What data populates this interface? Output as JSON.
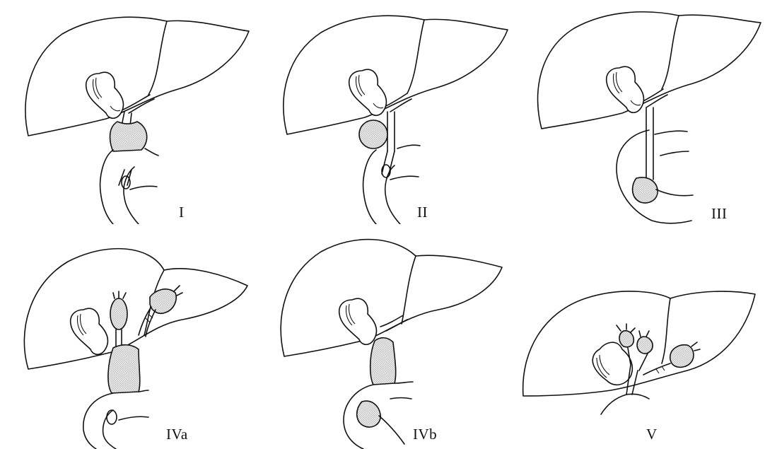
{
  "figure": {
    "panels": [
      {
        "id": "type-1",
        "label": "I"
      },
      {
        "id": "type-2",
        "label": "II"
      },
      {
        "id": "type-3",
        "label": "III"
      },
      {
        "id": "type-4a",
        "label": "IVa"
      },
      {
        "id": "type-4b",
        "label": "IVb"
      },
      {
        "id": "type-5",
        "label": "V"
      }
    ]
  },
  "colors": {
    "line": "#111111",
    "stipple": "#9a9a9a",
    "background": "#ffffff"
  }
}
